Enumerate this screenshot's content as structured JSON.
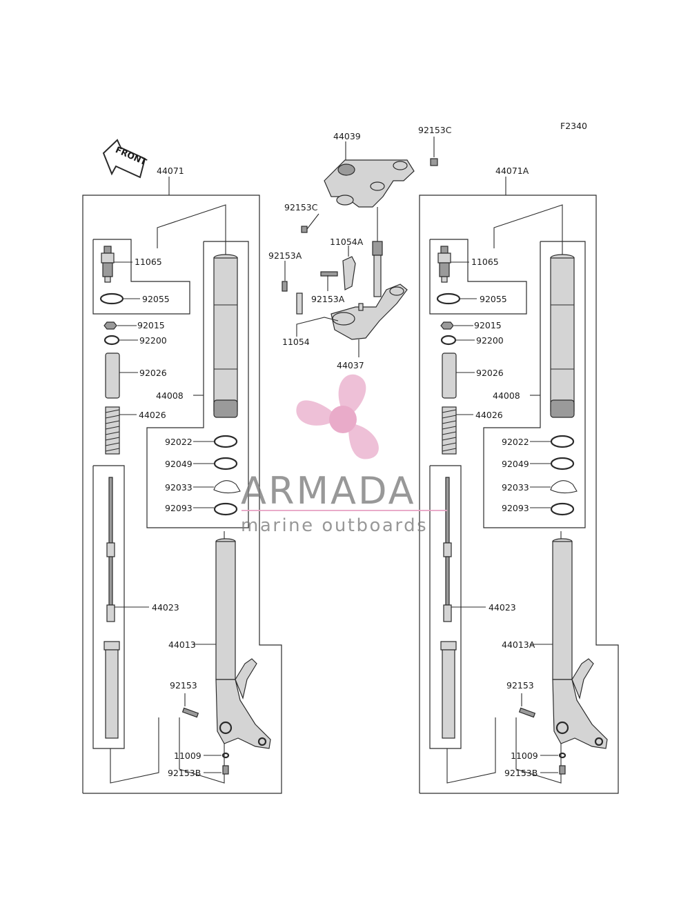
{
  "figure_code": "F2340",
  "front_label": "FRONT",
  "watermark": {
    "title": "ARMADA",
    "subtitle": "marine outboards",
    "logo_color": "#e7a3c4"
  },
  "center": {
    "top_bracket": "44039",
    "bolt_top_right": "92153C",
    "bolt_top_left": "92153C",
    "clamp": "11054A",
    "bolt_left": "92153A",
    "bolt_mid": "92153A",
    "bracket": "11054",
    "lower_bracket": "44037"
  },
  "left": {
    "assembly": "44071",
    "cap": "11065",
    "oring": "92055",
    "nut": "92015",
    "washer": "92200",
    "collar": "92026",
    "outer_tube": "44008",
    "spring": "44026",
    "ring_a": "92022",
    "seal": "92049",
    "circlip": "92033",
    "dust_seal": "92093",
    "cartridge": "44023",
    "inner_tube": "44013",
    "bolt": "92153",
    "gasket": "11009",
    "drain_bolt": "92153B"
  },
  "right": {
    "assembly": "44071A",
    "cap": "11065",
    "oring": "92055",
    "nut": "92015",
    "washer": "92200",
    "collar": "92026",
    "outer_tube": "44008",
    "spring": "44026",
    "ring_a": "92022",
    "seal": "92049",
    "circlip": "92033",
    "dust_seal": "92093",
    "cartridge": "44023",
    "inner_tube": "44013A",
    "bolt": "92153",
    "gasket": "11009",
    "drain_bolt": "92153B"
  }
}
